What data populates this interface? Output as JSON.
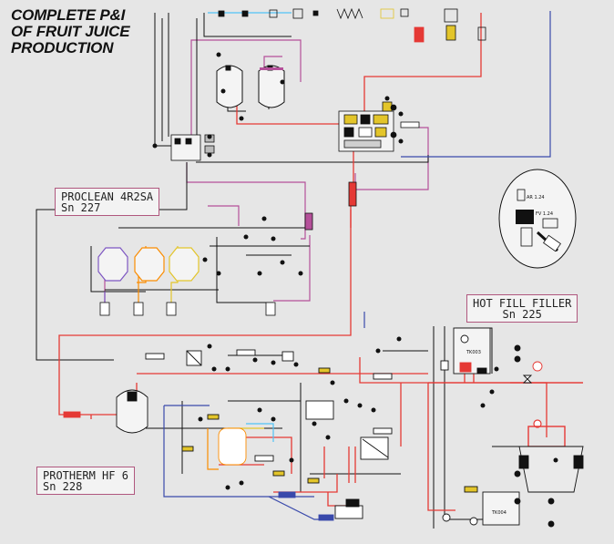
{
  "title": {
    "line1": "COMPLETE P&I",
    "line2": "OF FRUIT JUICE",
    "line3": "PRODUCTION"
  },
  "units": {
    "proclean": {
      "name": "PROCLEAN  4R2SA",
      "code": "Sn  227"
    },
    "hotfill": {
      "name": "HOT FILL FILLER",
      "code": "Sn  225"
    },
    "protherm": {
      "name": "PROTHERM  HF 6",
      "code": "Sn  228"
    }
  },
  "detail_labels": {
    "ar": "AR 1.24",
    "fv": "FV 1.24"
  },
  "tank_labels": {
    "tank1": "TK003",
    "tank2": "TK004"
  },
  "colors": {
    "product_line": "#e53935",
    "cip_line": "#b5509a",
    "utility_line": "#3949ab",
    "process_line": "#111111",
    "cooling_line": "#4fc3f7",
    "heating_line": "#fb8c00",
    "yellow_line": "#e3c52a",
    "box_border": "#b0577e"
  }
}
